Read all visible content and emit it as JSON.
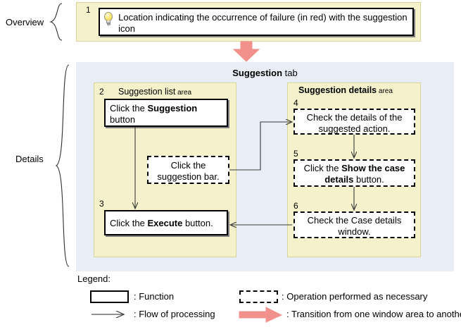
{
  "diagram": {
    "title": "",
    "colors": {
      "overview_band": "#F4F1CB",
      "details_band": "#E9EDF6",
      "area_panel": "#F4F1CB",
      "transition_arrow": "#F2918C",
      "line": "#3A3A3A"
    },
    "braces": {
      "overview_label": "Overview",
      "details_label": "Details"
    },
    "overview": {
      "step_number": "1",
      "icon": "lightbulb-icon",
      "text": "Location indicating the occurrence of failure (in red) with the suggestion icon"
    },
    "details": {
      "tab_title_bold": "Suggestion",
      "tab_title_rest": " tab",
      "left_area": {
        "step_number": "2",
        "title_bold": "Suggestion list",
        "title_small": " area",
        "boxes": [
          {
            "id": "box-2",
            "style": "solid",
            "number": "2",
            "text_pre": "Click the ",
            "text_bold": "Suggestion",
            "text_post": " button"
          },
          {
            "id": "box-suggestion-bar",
            "style": "dashed",
            "number": "",
            "text_pre": "Click the suggestion bar.",
            "text_bold": "",
            "text_post": ""
          },
          {
            "id": "box-3",
            "style": "solid",
            "number": "3",
            "text_pre": "Click the ",
            "text_bold": "Execute",
            "text_post": " button."
          }
        ]
      },
      "right_area": {
        "title_bold": "Suggestion details",
        "title_small": " area",
        "boxes": [
          {
            "id": "box-4",
            "style": "dashed",
            "number": "4",
            "text_pre": "Check the details of the suggested action.",
            "text_bold": "",
            "text_post": ""
          },
          {
            "id": "box-5",
            "style": "dashed",
            "number": "5",
            "text_pre": "Click the ",
            "text_bold": "Show the case details",
            "text_post": " button."
          },
          {
            "id": "box-6",
            "style": "dashed",
            "number": "6",
            "text_pre": "Check the Case details window.",
            "text_bold": "",
            "text_post": ""
          }
        ]
      }
    },
    "legend": {
      "heading": "Legend:",
      "items": [
        {
          "swatch": "solid-box",
          "label": ": Function"
        },
        {
          "swatch": "dashed-box",
          "label": ": Operation performed as necessary"
        },
        {
          "swatch": "thin-arrow",
          "label": ": Flow of processing"
        },
        {
          "swatch": "block-arrow",
          "label": ": Transition from one window area to another"
        }
      ]
    }
  }
}
